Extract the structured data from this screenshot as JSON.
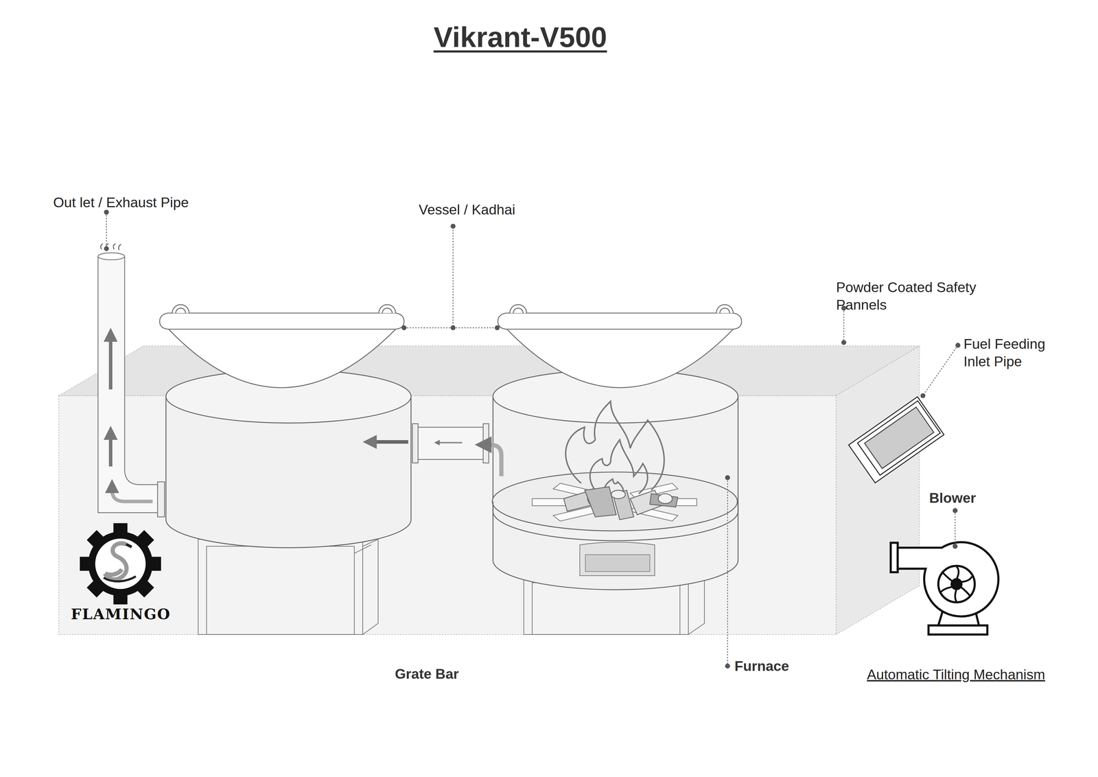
{
  "diagram": {
    "title": "Vikrant-V500",
    "labels": [
      "Out let / Exhaust Pipe",
      "Vessel / Kadhai",
      "Powder Coated Safety Pannels",
      "Fuel Feeding Inlet Pipe",
      "Blower",
      "Grate Bar",
      "Furnace",
      "Automatic Tilting Mechanism",
      "FLAMINGO"
    ]
  }
}
